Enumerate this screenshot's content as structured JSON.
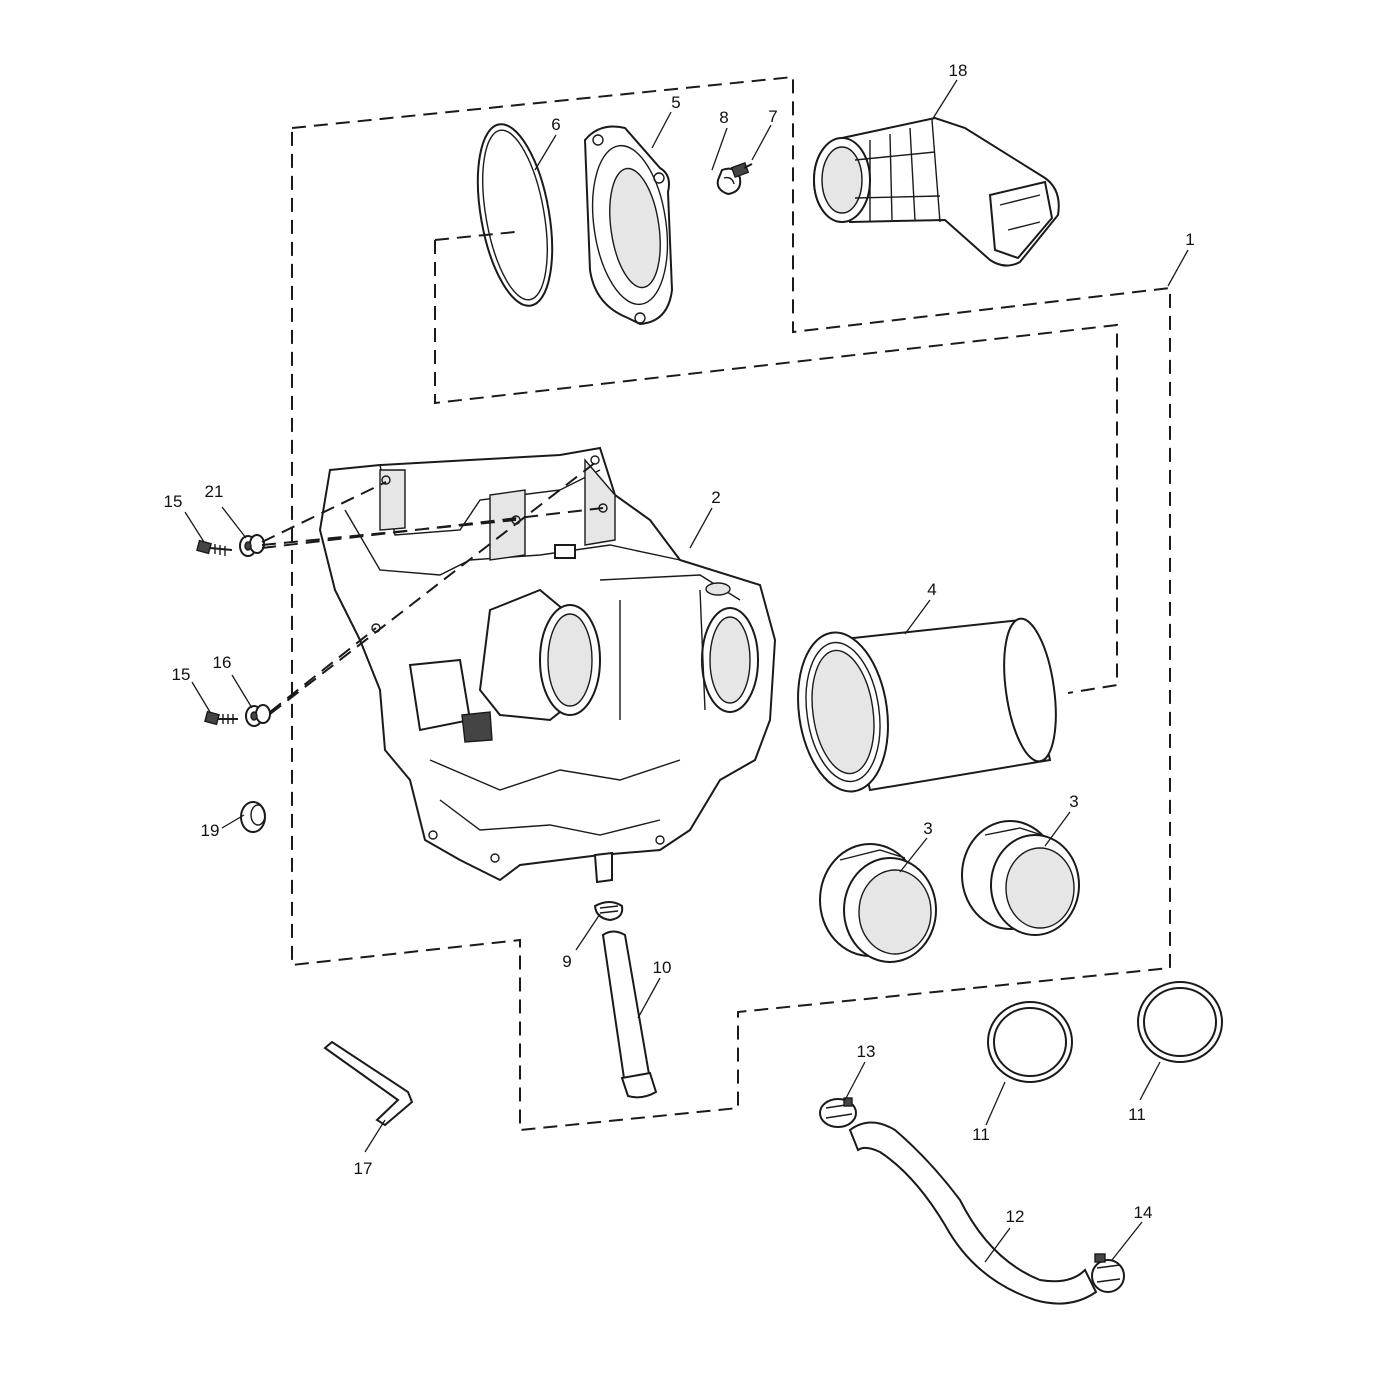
{
  "callouts": [
    {
      "id": "c1",
      "text": "1"
    },
    {
      "id": "c2",
      "text": "2"
    },
    {
      "id": "c3a",
      "text": "3"
    },
    {
      "id": "c3b",
      "text": "3"
    },
    {
      "id": "c4",
      "text": "4"
    },
    {
      "id": "c5",
      "text": "5"
    },
    {
      "id": "c6",
      "text": "6"
    },
    {
      "id": "c7",
      "text": "7"
    },
    {
      "id": "c8",
      "text": "8"
    },
    {
      "id": "c9",
      "text": "9"
    },
    {
      "id": "c10",
      "text": "10"
    },
    {
      "id": "c11a",
      "text": "11"
    },
    {
      "id": "c11b",
      "text": "11"
    },
    {
      "id": "c12",
      "text": "12"
    },
    {
      "id": "c13",
      "text": "13"
    },
    {
      "id": "c14",
      "text": "14"
    },
    {
      "id": "c15a",
      "text": "15"
    },
    {
      "id": "c15b",
      "text": "15"
    },
    {
      "id": "c16",
      "text": "16"
    },
    {
      "id": "c17",
      "text": "17"
    },
    {
      "id": "c18",
      "text": "18"
    },
    {
      "id": "c19",
      "text": "19"
    },
    {
      "id": "c21",
      "text": "21"
    }
  ]
}
